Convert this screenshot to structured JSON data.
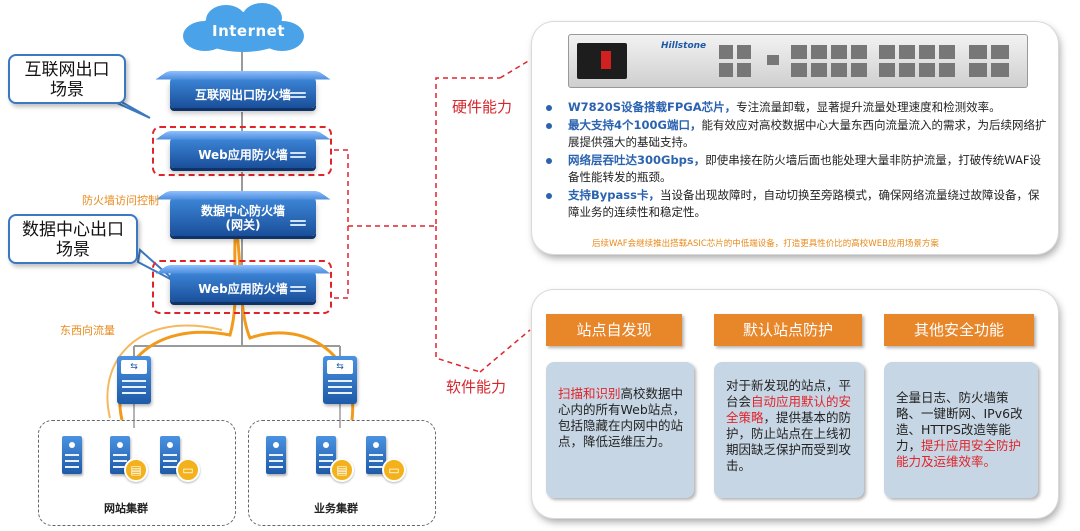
{
  "cloud": {
    "label": "Internet"
  },
  "firewalls": {
    "internet_exit": "互联网出口防火墙",
    "waf_top": "Web应用防火墙",
    "datacenter": "数据中心防火墙",
    "datacenter_sub": "(网关)",
    "waf_bottom": "Web应用防火墙"
  },
  "callouts": {
    "internet_scene_line1": "互联网出口",
    "internet_scene_line2": "场景",
    "dc_scene_line1": "数据中心出口",
    "dc_scene_line2": "场景"
  },
  "labels": {
    "fw_access_control": "防火墙访问控制",
    "east_west_traffic": "东西向流量",
    "hardware_capability": "硬件能力",
    "software_capability": "软件能力"
  },
  "clusters": {
    "website": "网站集群",
    "business": "业务集群"
  },
  "switch_glyph": "⇆",
  "hardware": {
    "device_brand": "Hillstone",
    "bullets": [
      {
        "highlight": "W7820S设备搭载FPGA芯片，",
        "text": "专注流量卸载，显著提升流量处理速度和检测效率。"
      },
      {
        "highlight": "最大支持4个100G端口，",
        "text": "能有效应对高校数据中心大量东西向流量流入的需求，为后续网络扩展提供强大的基础支持。"
      },
      {
        "highlight": "网络层吞吐达300Gbps，",
        "text": "即使串接在防火墙后面也能处理大量非防护流量，打破传统WAF设备性能转发的瓶颈。"
      },
      {
        "highlight": "支持Bypass卡，",
        "text": "当设备出现故障时，自动切换至旁路模式，确保网络流量绕过故障设备，保障业务的连续性和稳定性。"
      }
    ],
    "note": "后续WAF会继续推出搭载ASIC芯片的中低端设备，打造更具性价比的高校WEB应用场景方案"
  },
  "software": {
    "headers": [
      "站点自发现",
      "默认站点防护",
      "其他安全功能"
    ],
    "card1": {
      "red": "扫描和识别",
      "rest": "高校数据中心内的所有Web站点，包括隐藏在内网中的站点，降低运维压力。"
    },
    "card2": {
      "pre": "对于新发现的站点，平台会",
      "red": "自动应用默认的安全策略",
      "rest": "，提供基本的防护，防止站点在上线初期因缺乏保护而受到攻击。"
    },
    "card3": {
      "pre": "全量日志、防火墙策略、一键断网、IPv6改造、HTTPS改造等能力，",
      "red": "提升应用安全防护能力及运维效率。"
    }
  },
  "colors": {
    "accent_blue": "#2b63b1",
    "accent_red": "#e0242a",
    "accent_orange": "#e8862a",
    "card_bg": "#c7d6e4"
  }
}
